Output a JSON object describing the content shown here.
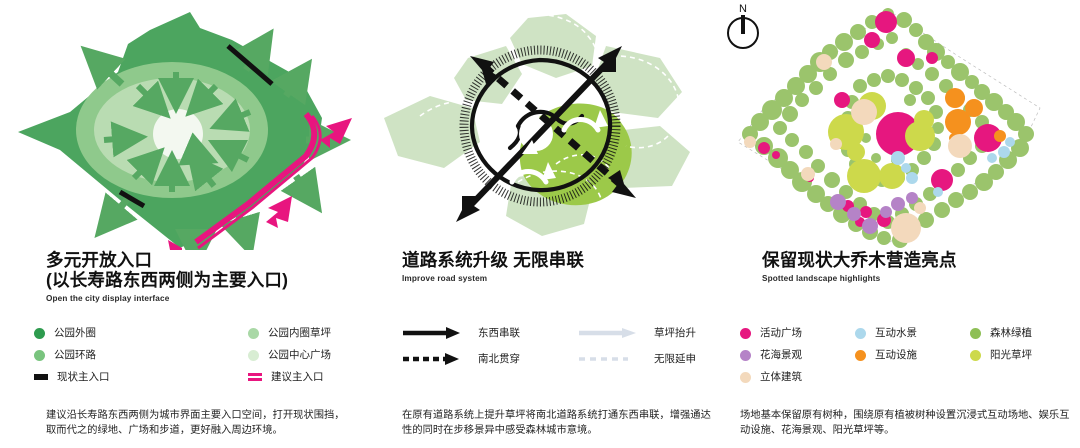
{
  "board": {
    "background": "#ffffff",
    "panel_count": 3
  },
  "compass": {
    "label": "N",
    "name": "north-arrow"
  },
  "panels": [
    {
      "id": "panel-open-entrances",
      "title_line1": "多元开放入口",
      "title_line2": "(以长寿路东西两侧为主要入口)",
      "subtitle": "Open the city display interface",
      "legend_left": [
        {
          "label": "公园外圈",
          "color": "#2E9B4E",
          "shape": "dot"
        },
        {
          "label": "公园环路",
          "color": "#79C47E",
          "shape": "dot"
        },
        {
          "label": "现状主入口",
          "color": "#111111",
          "shape": "rect"
        }
      ],
      "legend_right": [
        {
          "label": "公园内圈草坪",
          "color": "#A9D8A6",
          "shape": "dot"
        },
        {
          "label": "公园中心广场",
          "color": "#D8EDD3",
          "shape": "dot"
        },
        {
          "label": "建议主入口",
          "color": "#E8157F",
          "shape": "bars"
        }
      ],
      "body": "建议沿长寿路东西两侧为城市界面主要入口空间，打开现状围挡，取而代之的绿地、广场和步道，更好融入周边环境。",
      "diagram": {
        "name": "park-entrance-concept-diagram",
        "park_outer_color": "#4CA55F",
        "park_ring_color": "#8FC98C",
        "park_inner_color": "#B9DCB2",
        "park_center_color": "#F3F8F0",
        "existing_entrance_color": "#111111",
        "proposed_entrance_color": "#E8157F",
        "flow_arrow_color": "#56A862"
      }
    },
    {
      "id": "panel-road-system",
      "title_line1": "道路系统升级 无限串联",
      "title_line2": "",
      "subtitle": "Improve road system",
      "legend_left": [
        {
          "label": "东西串联",
          "style": "solid-arrow",
          "color": "#111111"
        },
        {
          "label": "南北贯穿",
          "style": "dashed-arrow",
          "color": "#111111"
        }
      ],
      "legend_right": [
        {
          "label": "草坪抬升",
          "style": "solid-arrow",
          "color": "#D7DEE8"
        },
        {
          "label": "无限延申",
          "style": "dashed-arrow",
          "color": "#D7DEE8"
        }
      ],
      "body": "在原有道路系统上提升草坪将南北道路系统打通东西串联，增强通达性的同时在步移景异中感受森林城市意境。",
      "diagram": {
        "name": "road-system-upgrade-diagram",
        "site_fill_color": "#CFE3C4",
        "lawn_fill_color": "#9CC949",
        "ring_road_color": "#111111",
        "axis_arrow_color": "#111111"
      }
    },
    {
      "id": "panel-tree-highlights",
      "title_line1": "保留现状大乔木营造亮点",
      "title_line2": "",
      "subtitle": "Spotted landscape highlights",
      "legend_col1": [
        {
          "label": "活动广场",
          "color": "#E6177F",
          "shape": "dot"
        },
        {
          "label": "花海景观",
          "color": "#B583C7",
          "shape": "dot"
        },
        {
          "label": "立体建筑",
          "color": "#F3D9BC",
          "shape": "dot"
        }
      ],
      "legend_col2": [
        {
          "label": "互动水景",
          "color": "#ACD8EC",
          "shape": "dot"
        },
        {
          "label": "互动设施",
          "color": "#F5911E",
          "shape": "dot"
        }
      ],
      "legend_col3": [
        {
          "label": "森林绿植",
          "color": "#8EBF56",
          "shape": "dot"
        },
        {
          "label": "阳光草坪",
          "color": "#CDD94B",
          "shape": "dot"
        }
      ],
      "body": "场地基本保留原有树种，围绕原有植被树种设置沉浸式互动场地、娱乐互动设施、花海景观、阳光草坪等。",
      "diagram": {
        "name": "existing-tree-canopy-diagram",
        "canopy_color": "#9BC46C",
        "plaza_color": "#E6177F",
        "lawn_color": "#CDD94B",
        "water_color": "#ACD8EC",
        "facility_color": "#F5911E",
        "flower_color": "#B583C7",
        "building_color": "#F3D9BC"
      }
    }
  ]
}
